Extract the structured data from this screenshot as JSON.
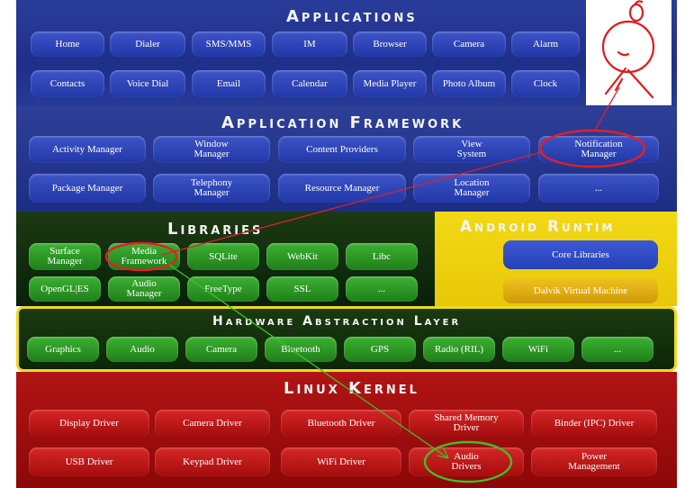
{
  "layers": {
    "applications": {
      "title": "Applications",
      "row1": [
        "Home",
        "Dialer",
        "SMS/MMS",
        "IM",
        "Browser",
        "Camera",
        "Alarm"
      ],
      "row2": [
        "Contacts",
        "Voice Dial",
        "Email",
        "Calendar",
        "Media Player",
        "Photo Album",
        "Clock"
      ]
    },
    "framework": {
      "title": "Application Framework",
      "row1": [
        "Activity Manager",
        "Window\nManager",
        "Content Providers",
        "View\nSystem",
        "Notification\nManager"
      ],
      "row2": [
        "Package Manager",
        "Telephony\nManager",
        "Resource Manager",
        "Location\nManager",
        "..."
      ]
    },
    "libraries": {
      "title": "Libraries",
      "row1": [
        "Surface\nManager",
        "Media\nFramework",
        "SQLite",
        "WebKit",
        "Libc"
      ],
      "row2": [
        "OpenGL|ES",
        "Audio\nManager",
        "FreeType",
        "SSL",
        "..."
      ]
    },
    "runtime": {
      "title": "Android Runtim",
      "items": [
        "Core Libraries",
        "Dalvik Virtual Machine"
      ]
    },
    "hal": {
      "title": "Hardware Abstraction Layer",
      "items": [
        "Graphics",
        "Audio",
        "Camera",
        "Bluetooth",
        "GPS",
        "Radio (RIL)",
        "WiFi",
        "..."
      ]
    },
    "kernel": {
      "title": "Linux Kernel",
      "row1": [
        "Display Driver",
        "Camera Driver",
        "Bluetooth Driver",
        "Shared Memory\nDriver",
        "Binder (IPC) Driver"
      ],
      "row2": [
        "USB Driver",
        "Keypad Driver",
        "WiFi Driver",
        "Audio\nDrivers",
        "Power\nManagement"
      ]
    }
  },
  "annotations": {
    "highlight_red": "#e0202a",
    "highlight_green": "#3fbf2a",
    "sketch_color": "#e5161c"
  }
}
